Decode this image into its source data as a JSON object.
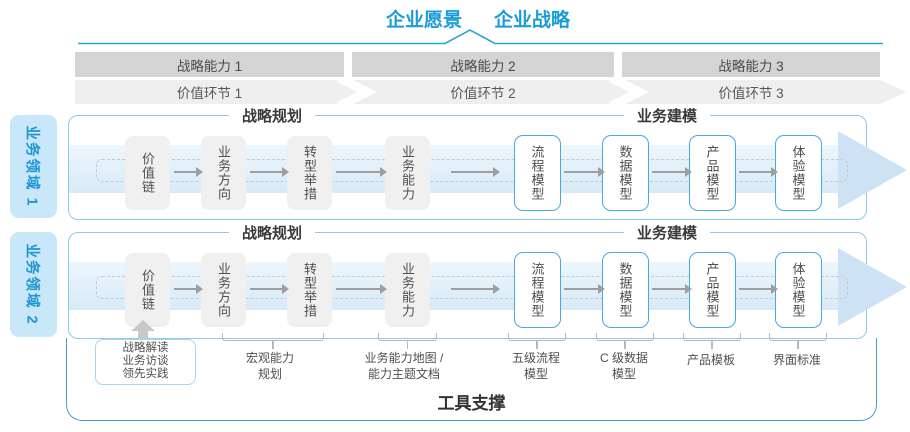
{
  "top": {
    "vision": "企业愿景",
    "strategy": "企业战略"
  },
  "capability_bands": [
    {
      "label": "战略能力 1"
    },
    {
      "label": "战略能力 2"
    },
    {
      "label": "战略能力 3"
    }
  ],
  "value_bands": [
    {
      "label": "价值环节 1"
    },
    {
      "label": "价值环节 2"
    },
    {
      "label": "价值环节 3"
    }
  ],
  "domains": [
    {
      "label": "业务领域 1",
      "planning": "战略规划",
      "modeling": "业务建模",
      "boxes": [
        {
          "label": "价值链"
        },
        {
          "label": "业务方向"
        },
        {
          "label": "转型举措"
        },
        {
          "label": "业务能力"
        },
        {
          "label": "流程模型"
        },
        {
          "label": "数据模型"
        },
        {
          "label": "产品模型"
        },
        {
          "label": "体验模型"
        }
      ]
    },
    {
      "label": "业务领域 2",
      "planning": "战略规划",
      "modeling": "业务建模",
      "boxes": [
        {
          "label": "价值链"
        },
        {
          "label": "业务方向"
        },
        {
          "label": "转型举措"
        },
        {
          "label": "业务能力"
        },
        {
          "label": "流程模型"
        },
        {
          "label": "数据模型"
        },
        {
          "label": "产品模型"
        },
        {
          "label": "体验模型"
        }
      ]
    }
  ],
  "annotations": [
    {
      "lines": [
        "战略解读",
        "业务访谈",
        "领先实践"
      ]
    },
    {
      "lines": [
        "宏观能力",
        "规划"
      ]
    },
    {
      "lines": [
        "业务能力地图 /",
        "能力主题文档"
      ]
    },
    {
      "lines": [
        "五级流程",
        "模型"
      ]
    },
    {
      "lines": [
        "C 级数据",
        "模型"
      ]
    },
    {
      "lines": [
        "产品模板"
      ]
    },
    {
      "lines": [
        "界面标准"
      ]
    }
  ],
  "footer": {
    "label": "工具支撑"
  },
  "colors": {
    "accent_blue": "#1b9cd8",
    "caret_line": "#2aa6cd",
    "capability_band_bg": "#d3d4d4",
    "value_band_bg": "#efefef",
    "domain_label_bg": "#c8e7f8",
    "domain_label_text": "#2095d3",
    "row_border": "#8ecbea",
    "flow_band_fill": "#dcebf8",
    "flow_arrowhead": "#cde3f5",
    "gray_box_bg": "#f0f0f0",
    "blue_box_border": "#45abdd",
    "arrow_gray": "#9e9e9e",
    "bracket_gray": "#b9b9b9",
    "tool_border": "#3f9fd0"
  }
}
